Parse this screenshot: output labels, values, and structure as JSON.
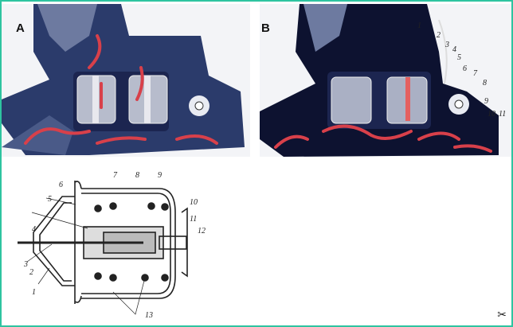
{
  "figures": {
    "panel_a": {
      "label": "A"
    },
    "panel_b": {
      "label": "B",
      "callouts": [
        "1",
        "2",
        "3",
        "4",
        "5",
        "6",
        "7",
        "8",
        "9",
        "10",
        "11"
      ]
    },
    "section": {
      "callouts": [
        "1",
        "2",
        "3",
        "4",
        "5",
        "6",
        "7",
        "8",
        "9",
        "10",
        "11",
        "12",
        "13"
      ]
    }
  },
  "colors": {
    "border": "#2ec4a0",
    "body": "#2a3a6a",
    "flow": "#d8404a"
  },
  "logo": {
    "icon": "wrench-screwdriver-icon"
  }
}
